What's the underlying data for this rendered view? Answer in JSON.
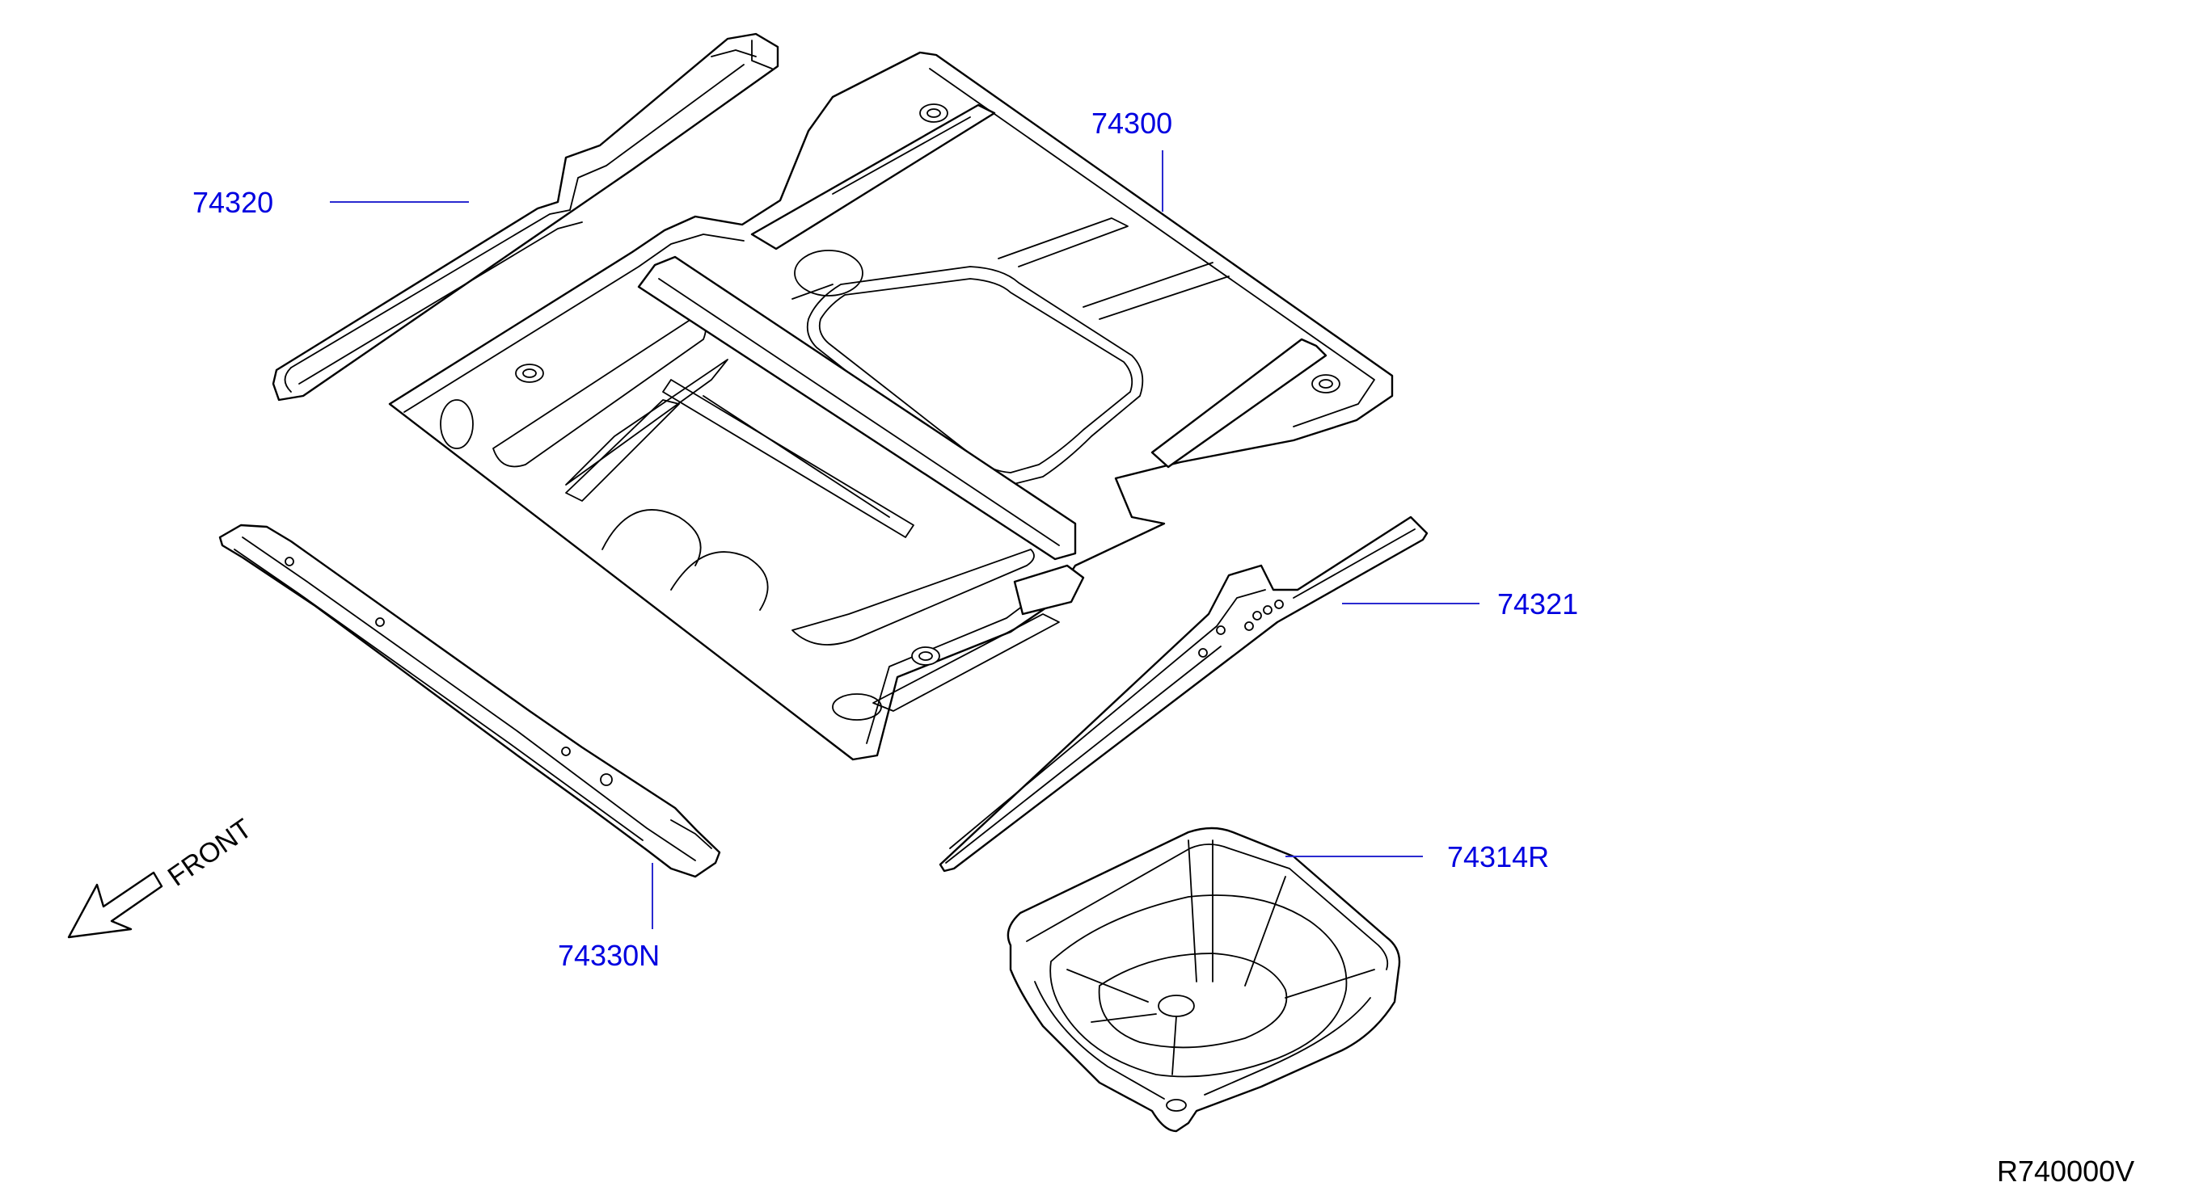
{
  "diagram": {
    "parts": [
      {
        "id": "floor_panel",
        "part_number": "74300"
      },
      {
        "id": "side_member_left",
        "part_number": "74320"
      },
      {
        "id": "side_member_right",
        "part_number": "74321"
      },
      {
        "id": "cross_member",
        "part_number": "74330N"
      },
      {
        "id": "spare_tire_well",
        "part_number": "74314R"
      }
    ],
    "direction_label": "FRONT",
    "diagram_code": "R740000V",
    "colors": {
      "label": "#0000e0",
      "leader": "#2a2ad0",
      "line": "#000000",
      "background": "#ffffff"
    }
  }
}
